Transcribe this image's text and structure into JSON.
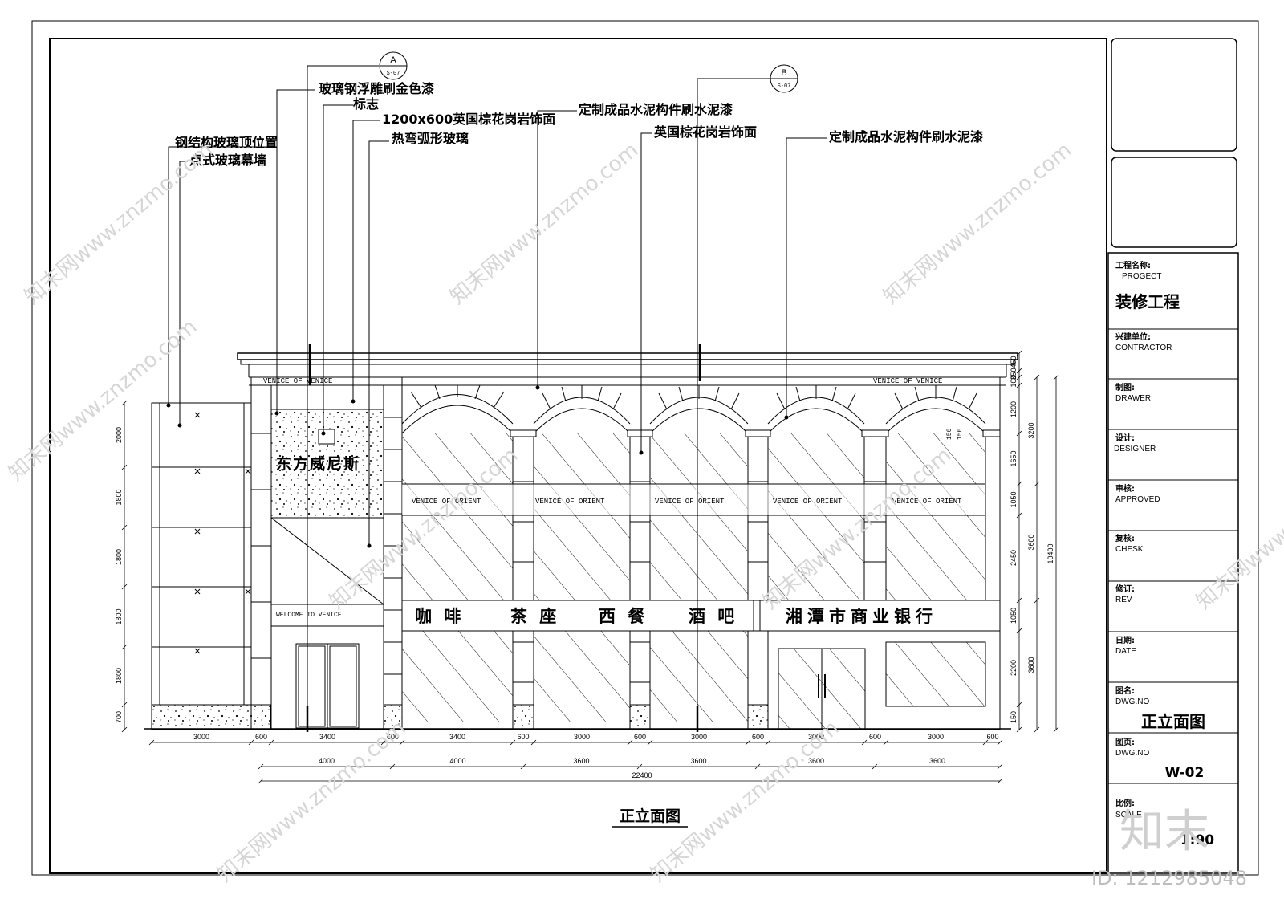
{
  "drawing": {
    "title_below": "正立面图",
    "callouts": {
      "top_left": [
        "玻璃钢浮雕刷金色漆",
        "标志",
        "1200x600英国棕花岗岩饰面",
        "热弯弧形玻璃"
      ],
      "left": [
        "钢结构玻璃顶位置",
        "点式玻璃幕墙"
      ],
      "middle": [
        "定制成品水泥构件刷水泥漆",
        "英国棕花岗岩饰面"
      ],
      "right": "定制成品水泥构件刷水泥漆"
    },
    "section_marks": [
      {
        "letter": "A",
        "sheet": "S-07"
      },
      {
        "letter": "B",
        "sheet": "S-07"
      }
    ],
    "signs": {
      "parapet": "VENICE OF VENICE",
      "arch_band": "VENICE OF ORIENT",
      "welcome": "WELCOME TO VENICE",
      "vertical_sign": "东方威尼斯",
      "shop_items": [
        "咖 啡",
        "茶 座",
        "西 餐",
        "酒 吧"
      ],
      "bank": "湘潭市商业银行"
    },
    "dims_bottom_row1": [
      "3000",
      "600",
      "3400",
      "600",
      "3400",
      "600",
      "3000",
      "600",
      "3000",
      "600",
      "3000",
      "600",
      "3000",
      "600"
    ],
    "dims_bottom_row2": [
      "4000",
      "4000",
      "3600",
      "3600",
      "3600",
      "3600"
    ],
    "dims_total": "22400",
    "dims_left": [
      "2000",
      "1800",
      "1800",
      "1800",
      "1800",
      "700"
    ],
    "dims_right_inner": [
      "450",
      "350",
      "100",
      "1200",
      "1650",
      "1050",
      "2450",
      "1050",
      "2200",
      "150"
    ],
    "dims_right_outer": [
      "3200",
      "3600",
      "3600"
    ],
    "dims_right_total": "10400",
    "arch_note": [
      "150",
      "150"
    ]
  },
  "title_block": {
    "project_label_cn": "工程名称:",
    "project_label_en": "PROGECT",
    "project_value": "装修工程",
    "contractor_cn": "兴建单位:",
    "contractor_en": "CONTRACTOR",
    "drawer_cn": "制图:",
    "drawer_en": "DRAWER",
    "designer_cn": "设计:",
    "designer_en": "DESIGNER",
    "approved_cn": "审核:",
    "approved_en": "APPROVED",
    "check_cn": "复核:",
    "check_en": "CHESK",
    "rev_cn": "修订:",
    "rev_en": "REV",
    "date_cn": "日期:",
    "date_en": "DATE",
    "dwg_cn": "图名:",
    "dwg_en": "DWG.NO",
    "dwg_value": "正立面图",
    "page_cn": "图页:",
    "page_en": "DWG.NO",
    "page_value": "W-02",
    "scale_cn": "比例:",
    "scale_en": "SCALE",
    "scale_value": "1:90"
  },
  "watermark": {
    "site": "知末网www.znzmo.com",
    "logo": "知末",
    "id": "ID: 1212985048"
  }
}
